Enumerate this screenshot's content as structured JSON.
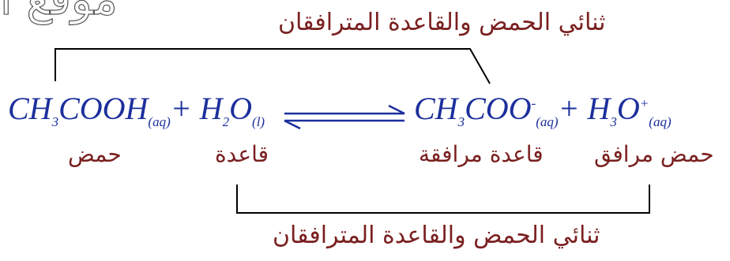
{
  "watermark": "موقع ا",
  "top_pair_label": "ثنائي الحمض والقاعدة المترافقان",
  "bottom_pair_label": "ثنائي الحمض والقاعدة المترافقان",
  "equation": {
    "acetic_acid": {
      "main": "CH",
      "sub": "3",
      "rest": "COOH",
      "state": "(aq)"
    },
    "plus1": "+",
    "water": {
      "h": "H",
      "sub": "2",
      "o": "O",
      "state": "(l)"
    },
    "acetate": {
      "main": "CH",
      "sub": "3",
      "rest": "COO",
      "charge": "-",
      "state": "(aq)"
    },
    "plus2": "+",
    "hydronium": {
      "h": "H",
      "sub": "3",
      "o": "O",
      "charge": "+",
      "state": "(aq)"
    }
  },
  "roles": {
    "acid": "حمض",
    "base": "قاعدة",
    "conjugate_base": "قاعدة مرافقة",
    "conjugate_acid": "حمض مرافق"
  },
  "colors": {
    "formula": "#1c2f9c",
    "labels": "#7a1f1f",
    "lines": "#000000"
  }
}
